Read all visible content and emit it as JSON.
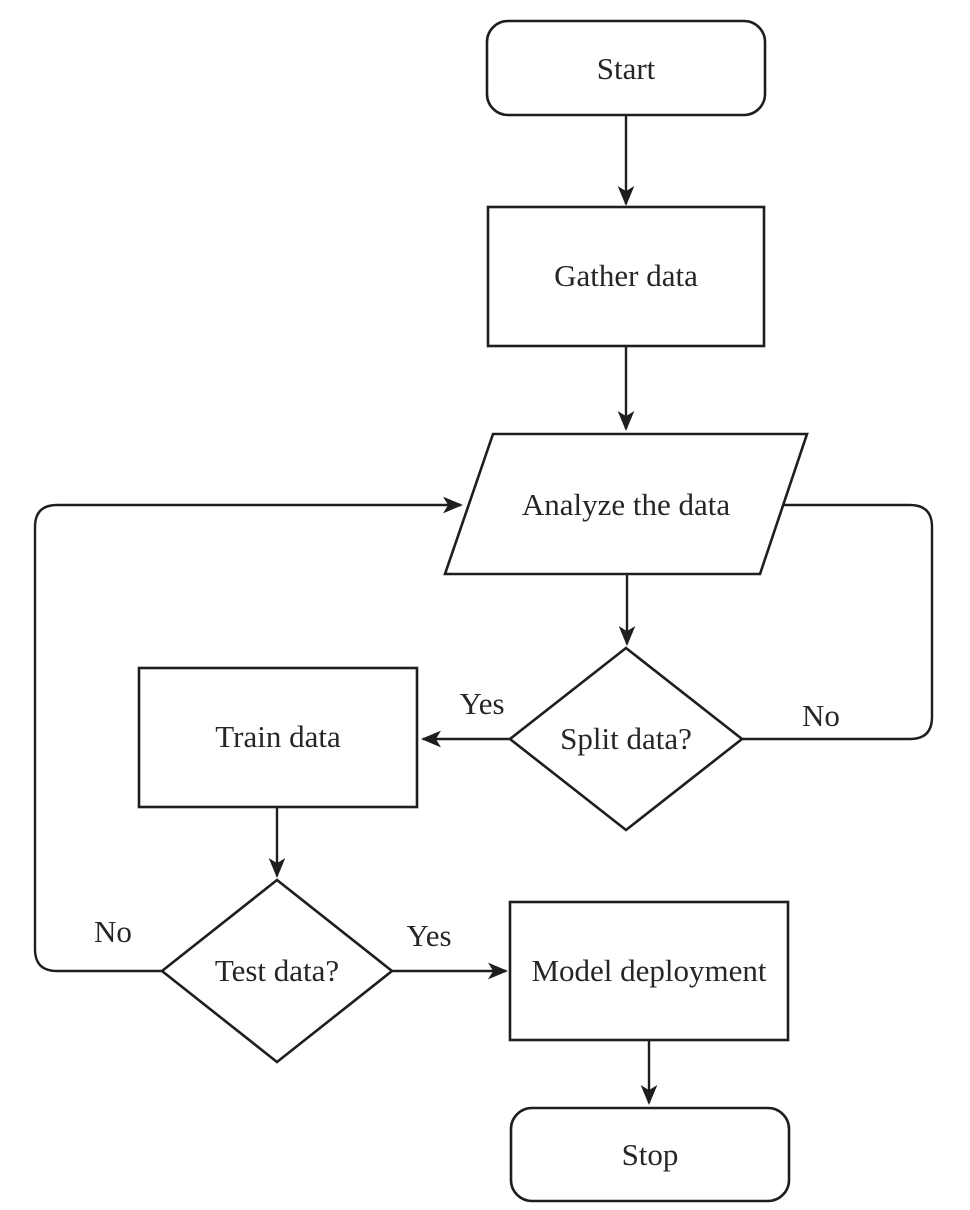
{
  "diagram": {
    "type": "flowchart",
    "colors": {
      "background": "#ffffff",
      "stroke": "#1e1e1e",
      "text": "#262626"
    },
    "nodes": {
      "start": {
        "label": "Start",
        "shape": "terminator"
      },
      "gather": {
        "label": "Gather data",
        "shape": "process"
      },
      "analyze": {
        "label": "Analyze the data",
        "shape": "input-output"
      },
      "split": {
        "label": "Split data?",
        "shape": "decision"
      },
      "train": {
        "label": "Train data",
        "shape": "process"
      },
      "test": {
        "label": "Test data?",
        "shape": "decision"
      },
      "deploy": {
        "label": "Model deployment",
        "shape": "process"
      },
      "stop": {
        "label": "Stop",
        "shape": "terminator"
      }
    },
    "edges": [
      {
        "from": "start",
        "to": "gather",
        "label": ""
      },
      {
        "from": "gather",
        "to": "analyze",
        "label": ""
      },
      {
        "from": "analyze",
        "to": "split",
        "label": ""
      },
      {
        "from": "split",
        "to": "train",
        "label": "Yes"
      },
      {
        "from": "split",
        "to": "analyze",
        "label": "No"
      },
      {
        "from": "train",
        "to": "test",
        "label": ""
      },
      {
        "from": "test",
        "to": "deploy",
        "label": "Yes"
      },
      {
        "from": "test",
        "to": "analyze",
        "label": "No"
      },
      {
        "from": "deploy",
        "to": "stop",
        "label": ""
      }
    ]
  }
}
